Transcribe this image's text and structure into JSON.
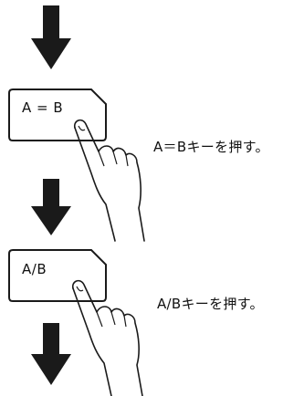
{
  "steps": [
    {
      "key_label": "A = B",
      "caption": "A＝Bキーを押す。"
    },
    {
      "key_label": "A/B",
      "caption": "A/Bキーを押す。"
    }
  ],
  "colors": {
    "ink": "#1a1a1a",
    "background": "#ffffff"
  },
  "icons": {
    "arrow": "down-arrow-icon",
    "hand": "pointing-hand-icon"
  }
}
